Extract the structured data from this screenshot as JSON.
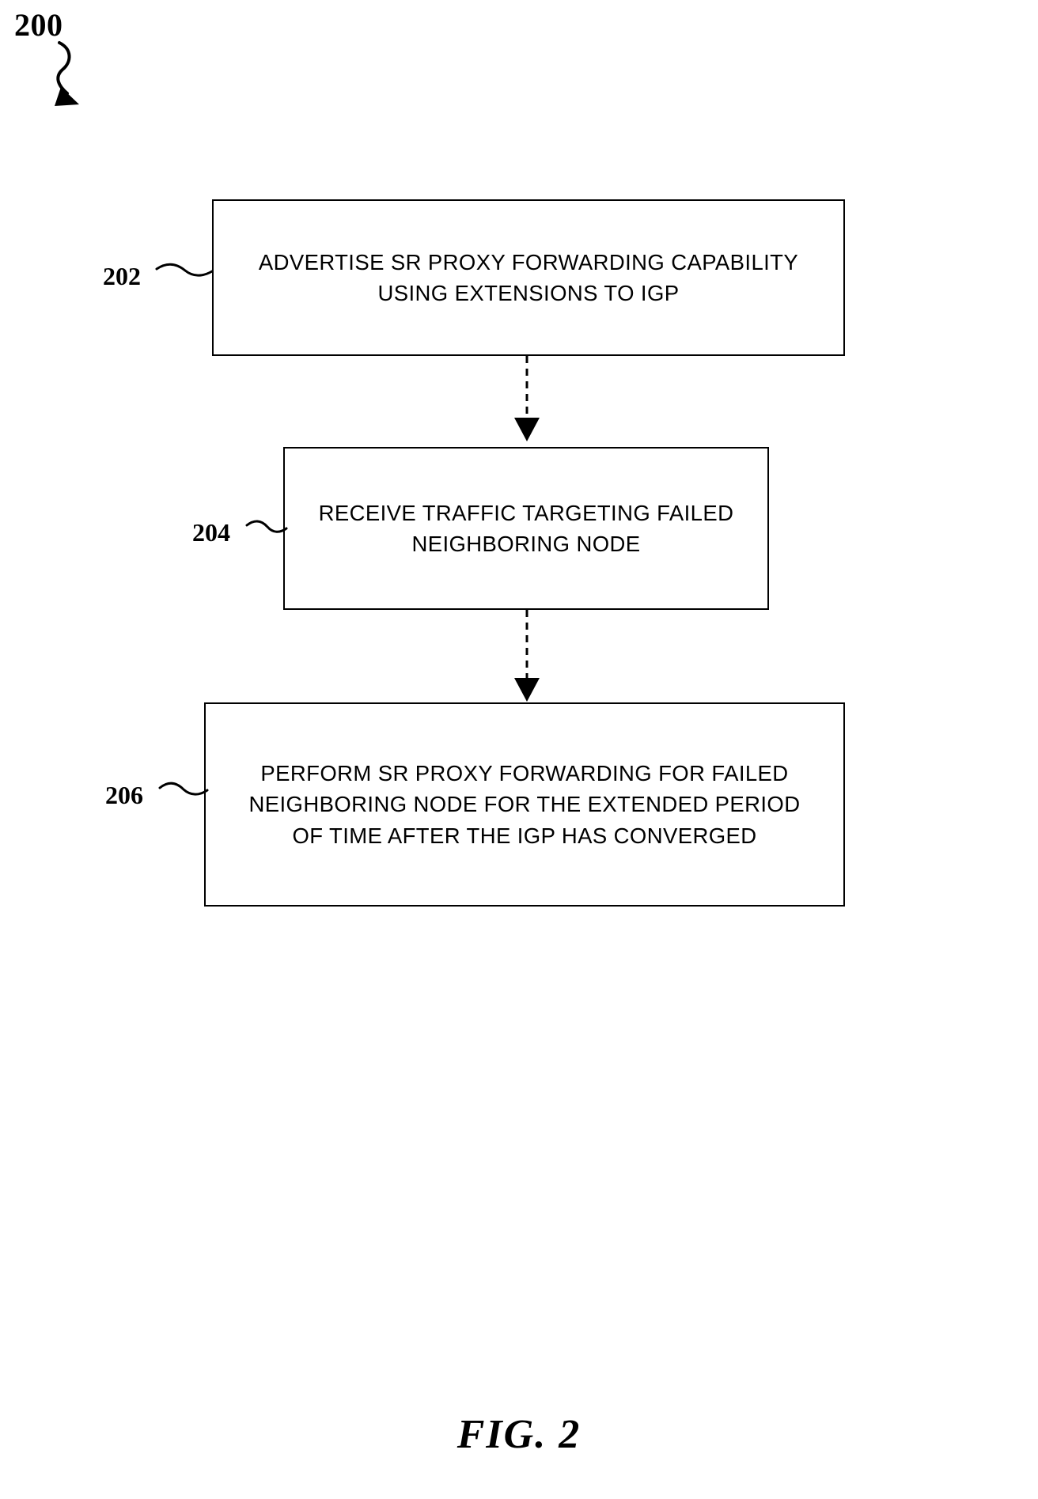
{
  "figure": {
    "number_label": "200",
    "caption": "FIG. 2"
  },
  "flowchart": {
    "type": "flowchart",
    "orientation": "vertical",
    "steps": [
      {
        "ref": "202",
        "text": "ADVERTISE SR PROXY FORWARDING CAPABILITY\nUSING EXTENSIONS TO IGP"
      },
      {
        "ref": "204",
        "text": "RECEIVE TRAFFIC TARGETING FAILED\nNEIGHBORING NODE"
      },
      {
        "ref": "206",
        "text": "PERFORM SR PROXY FORWARDING FOR FAILED\nNEIGHBORING NODE FOR THE EXTENDED PERIOD\nOF TIME AFTER THE IGP HAS CONVERGED"
      }
    ],
    "connectors": [
      {
        "from": "202",
        "to": "204",
        "style": "dashed-arrow-down"
      },
      {
        "from": "204",
        "to": "206",
        "style": "dashed-arrow-down"
      }
    ]
  },
  "colors": {
    "ink": "#000000",
    "paper": "#ffffff"
  }
}
